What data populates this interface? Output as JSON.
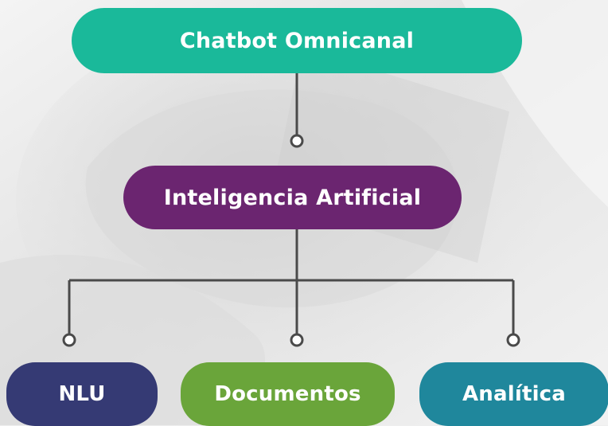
{
  "root": {
    "label": "Chatbot Omnicanal"
  },
  "middle": {
    "label": "Inteligencia Artificial"
  },
  "leaves": [
    {
      "label": "NLU"
    },
    {
      "label": "Documentos"
    },
    {
      "label": "Analítica"
    }
  ],
  "colors": {
    "root": "#1ab99a",
    "middle": "#6b2570",
    "nlu": "#353a74",
    "documentos": "#6aa53a",
    "analitica": "#1f879c",
    "connector": "#4a4a4a"
  }
}
